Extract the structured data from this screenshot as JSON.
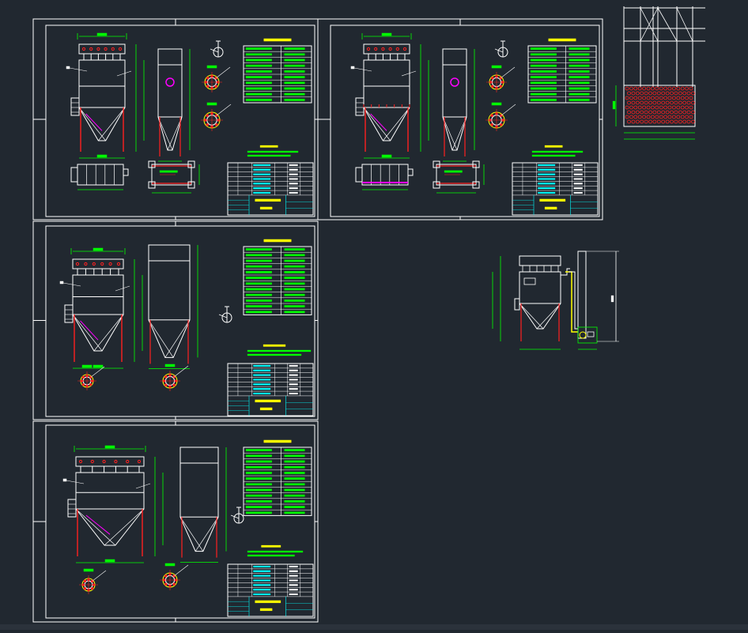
{
  "colors": {
    "background": "#212830",
    "frame": "#ffffff",
    "dimension": "#00ff00",
    "equipment": "#ffffff",
    "accent": "#ff00ff",
    "red": "#ff2020",
    "cyan": "#00ffff",
    "yellow": "#ffff00",
    "table_text": "#00ffff"
  },
  "sheets": [
    {
      "id": "sheet-1",
      "has_plan_view": true
    },
    {
      "id": "sheet-2",
      "has_plan_view": true
    },
    {
      "id": "sheet-3",
      "has_plan_view": false
    },
    {
      "id": "sheet-4",
      "has_plan_view": false
    }
  ],
  "detail": {
    "id": "filter-bag-array-detail"
  },
  "elevation": {
    "id": "installation-elevation"
  }
}
